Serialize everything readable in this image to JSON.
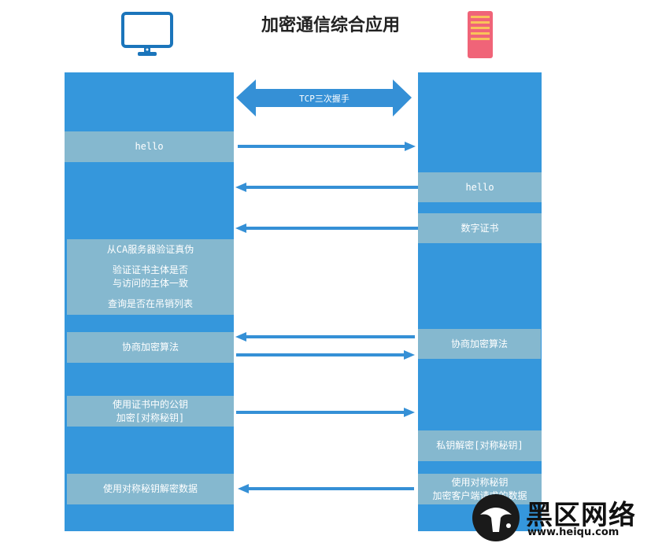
{
  "title": "加密通信综合应用",
  "client_icon": "desktop-monitor-icon",
  "server_icon": "server-rack-icon",
  "colors": {
    "column": "#3597dc",
    "box": "#85b8cf",
    "arrow": "#3590d6",
    "server": "#f06478"
  },
  "handshake": {
    "label": "TCP三次握手"
  },
  "client": {
    "hello": "hello",
    "verify": {
      "line1": "从CA服务器验证真伪",
      "line2": "验证证书主体是否",
      "line3": "与访问的主体一致",
      "line4": "查询是否在吊销列表"
    },
    "negotiate": "协商加密算法",
    "encrypt": {
      "line1": "使用证书中的公钥",
      "line2": "加密[对称秘钥]"
    },
    "decrypt_data": "使用对称秘钥解密数据"
  },
  "server": {
    "hello": "hello",
    "cert": "数字证书",
    "negotiate": "协商加密算法",
    "decrypt_key": "私钥解密[对称秘钥]",
    "encrypt_data": {
      "line1": "使用对称秘钥",
      "line2": "加密客户端请求的数据"
    }
  },
  "watermark": {
    "text": "黑区网络",
    "url": "www.heiqu.com"
  }
}
